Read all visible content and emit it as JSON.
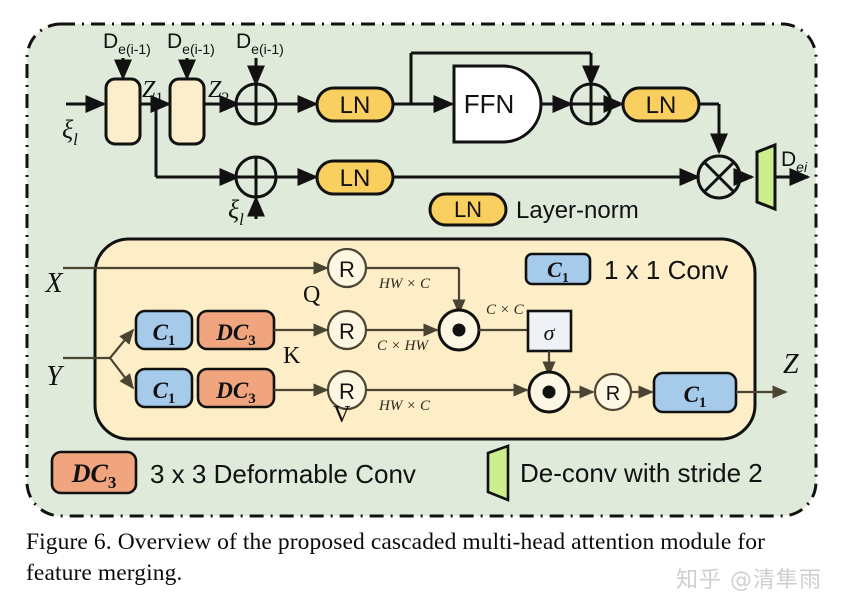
{
  "figure": {
    "caption_line1": "Figure 6. Overview of the proposed cascaded multi-head attention",
    "caption_line2": "module for feature merging.",
    "watermark": "知乎 @清隼雨"
  },
  "colors": {
    "panel_green_fill": "#dfeada",
    "panel_green_border": "#1a1a1a",
    "panel_orange_fill": "#fdeec8",
    "panel_orange_border": "#1a1a1a",
    "box_cream_fill": "#fdeecb",
    "pill_yellow_fill": "#f9cf5f",
    "conv_blue_fill": "#a6caea",
    "deform_orange_fill": "#f0a57e",
    "deconv_green_fill": "#ccee8e",
    "sigma_fill": "#eef1f5",
    "ffn_fill": "#ffffff",
    "stroke": "#111111",
    "thin_stroke": "#4a4433"
  },
  "top_panel": {
    "inputs": {
      "d1_label_main": "D",
      "d1_label_sub": "e(i-1)",
      "d2_label_main": "D",
      "d2_label_sub": "e(i-1)",
      "d3_label_main": "D",
      "d3_label_sub": "e(i-1)",
      "xi_left_main": "ξ",
      "xi_left_sub": "l",
      "xi_bottom_main": "ξ",
      "xi_bottom_sub": "l"
    },
    "signals": {
      "z1_main": "Z",
      "z1_sub": "1",
      "z2_main": "Z",
      "z2_sub": "2"
    },
    "nodes": {
      "ln1": "LN",
      "ln2": "LN",
      "ln3": "LN",
      "ffn": "FFN",
      "add1": "+",
      "add2": "+",
      "add3": "+",
      "mul": "×"
    },
    "output": {
      "main": "D",
      "sub": "ei"
    },
    "legend_ln": {
      "badge": "LN",
      "text": "Layer-norm"
    }
  },
  "attention_panel": {
    "inputs": {
      "x": "X",
      "y": "Y"
    },
    "output": {
      "z": "Z"
    },
    "branch_labels": {
      "q": "Q",
      "k": "K",
      "v": "V"
    },
    "reshape_nodes": {
      "r_q": "R",
      "r_k": "R",
      "r_v": "R",
      "r_out": "R"
    },
    "dim_labels": {
      "q_dims": "HW × C",
      "k_dims": "C × HW",
      "v_dims": "HW × C",
      "attn_dims": "C × C"
    },
    "blocks": {
      "conv_k_main": "C",
      "conv_k_sub": "1",
      "deform_k_main": "DC",
      "deform_k_sub": "3",
      "conv_v_main": "C",
      "conv_v_sub": "1",
      "deform_v_main": "DC",
      "deform_v_sub": "3",
      "conv_out_main": "C",
      "conv_out_sub": "1"
    },
    "sigma": "σ",
    "legend_conv": {
      "badge_main": "C",
      "badge_sub": "1",
      "text": "1 x 1 Conv"
    }
  },
  "bottom_legend": {
    "deform": {
      "badge_main": "DC",
      "badge_sub": "3",
      "text": "3 x 3 Deformable Conv"
    },
    "deconv": {
      "text": "De-conv with  stride 2"
    }
  }
}
